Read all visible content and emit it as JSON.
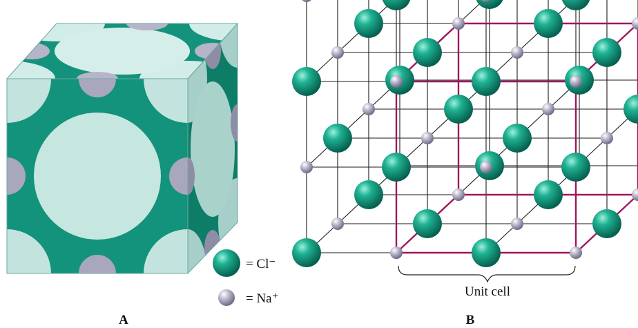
{
  "panels": {
    "a_label": "A",
    "b_label": "B"
  },
  "legend": {
    "cl_label": "= Cl⁻",
    "na_label": "= Na⁺"
  },
  "unit_cell_label": "Unit cell",
  "colors": {
    "chloride": "#12917a",
    "sodium": "#a8a6bc",
    "unit_cell_edge": "#a0155e",
    "lattice_edge": "#1a1a1a",
    "cube_face": "#bfe2dc"
  },
  "lattice": {
    "type": "rock-salt (NaCl) face-centered cubic",
    "grid_points_per_axis": 4,
    "unit_cell_grid_index": 1
  }
}
